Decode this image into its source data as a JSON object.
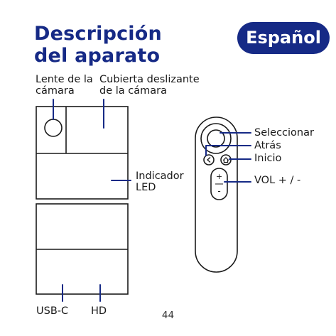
{
  "heading": {
    "line1": "Descripción",
    "line2": "del aparato"
  },
  "language_badge": "Español",
  "device_labels": {
    "camera_lens": {
      "line1": "Lente de la",
      "line2": "cámara"
    },
    "camera_slide_cover": {
      "line1": "Cubierta deslizante",
      "line2": "de la cámara"
    },
    "led_indicator": {
      "line1": "Indicador",
      "line2": "LED"
    },
    "usb_c": "USB-C",
    "hd": "HD"
  },
  "remote_labels": {
    "select": "Seleccionar",
    "back": "Atrás",
    "home": "Inicio",
    "volume": "VOL + / -"
  },
  "remote_icons": {
    "back_icon": "chevron-left-icon",
    "home_icon": "home-icon",
    "volume_plus": "+",
    "volume_minus": "-"
  },
  "page_number": "44",
  "colors": {
    "accent": "#162a86",
    "callout_line": "#162a86",
    "outline": "#1a1a1a"
  }
}
